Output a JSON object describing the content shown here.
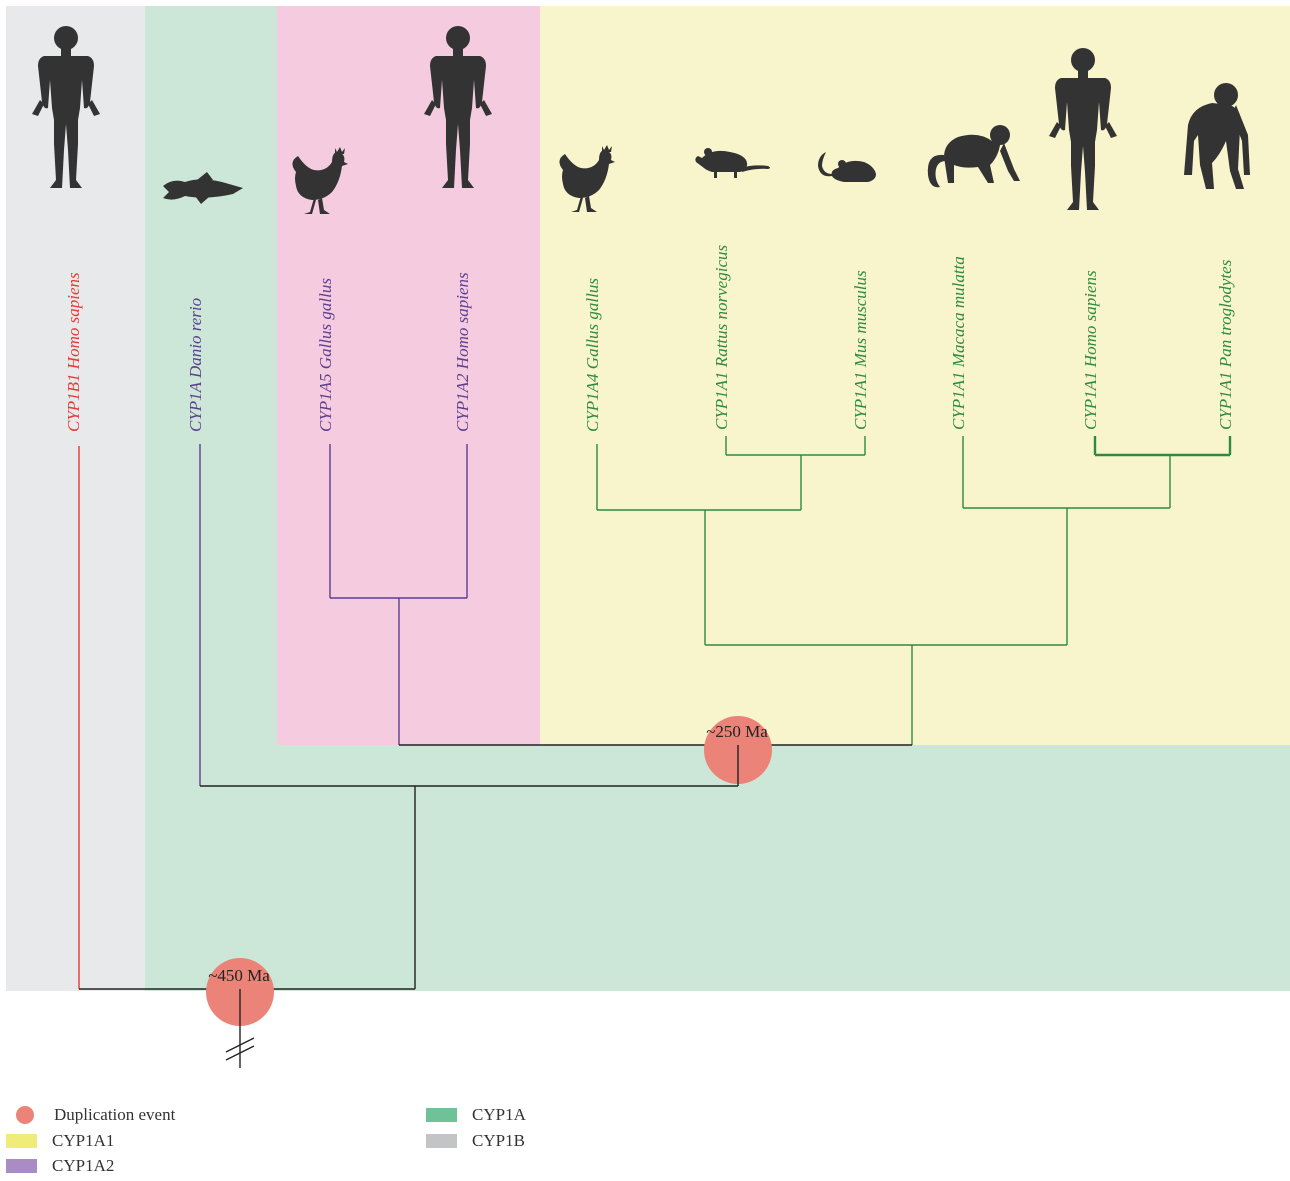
{
  "colors": {
    "CYP1B": "#e8e9ea",
    "CYP1A": "#cce6d7",
    "CYP1A2": "#f5cbe0",
    "CYP1A1": "#f8f4cb",
    "duplication": "#ec8378",
    "cyp1b_branch": "#e53935",
    "cyp1a2_branch": "#5c3f8f",
    "cyp1a1_branch": "#2e8b3e",
    "root_branch": "#222222",
    "silhouette": "#333333",
    "legend_cyp1a1": "#f0ec7a",
    "legend_cyp1a2": "#a98cc4",
    "legend_cyp1a": "#6fc197",
    "legend_cyp1b": "#c3c4c6"
  },
  "leaves": [
    {
      "label": "CYP1B1 Homo sapiens",
      "clade": "CYP1B",
      "animal": "human"
    },
    {
      "label": "CYP1A Danio rerio",
      "clade": "CYP1A",
      "animal": "fish"
    },
    {
      "label": "CYP1A5 Gallus gallus",
      "clade": "CYP1A2",
      "animal": "chicken"
    },
    {
      "label": "CYP1A2 Homo sapiens",
      "clade": "CYP1A2",
      "animal": "human"
    },
    {
      "label": "CYP1A4 Gallus gallus",
      "clade": "CYP1A1",
      "animal": "chicken"
    },
    {
      "label": "CYP1A1 Rattus norvegicus",
      "clade": "CYP1A1",
      "animal": "rat"
    },
    {
      "label": "CYP1A1 Mus musculus",
      "clade": "CYP1A1",
      "animal": "mouse"
    },
    {
      "label": "CYP1A1 Macaca mulatta",
      "clade": "CYP1A1",
      "animal": "monkey"
    },
    {
      "label": "CYP1A1 Homo sapiens",
      "clade": "CYP1A1",
      "animal": "human"
    },
    {
      "label": "CYP1A1 Pan troglodytes",
      "clade": "CYP1A1",
      "animal": "chimpanzee"
    }
  ],
  "events": [
    {
      "label": "~250 Ma"
    },
    {
      "label": "~450 Ma"
    }
  ],
  "legend": {
    "duplication": "Duplication event",
    "cyp1a1": "CYP1A1",
    "cyp1a2": "CYP1A2",
    "cyp1a": "CYP1A",
    "cyp1b": "CYP1B"
  }
}
